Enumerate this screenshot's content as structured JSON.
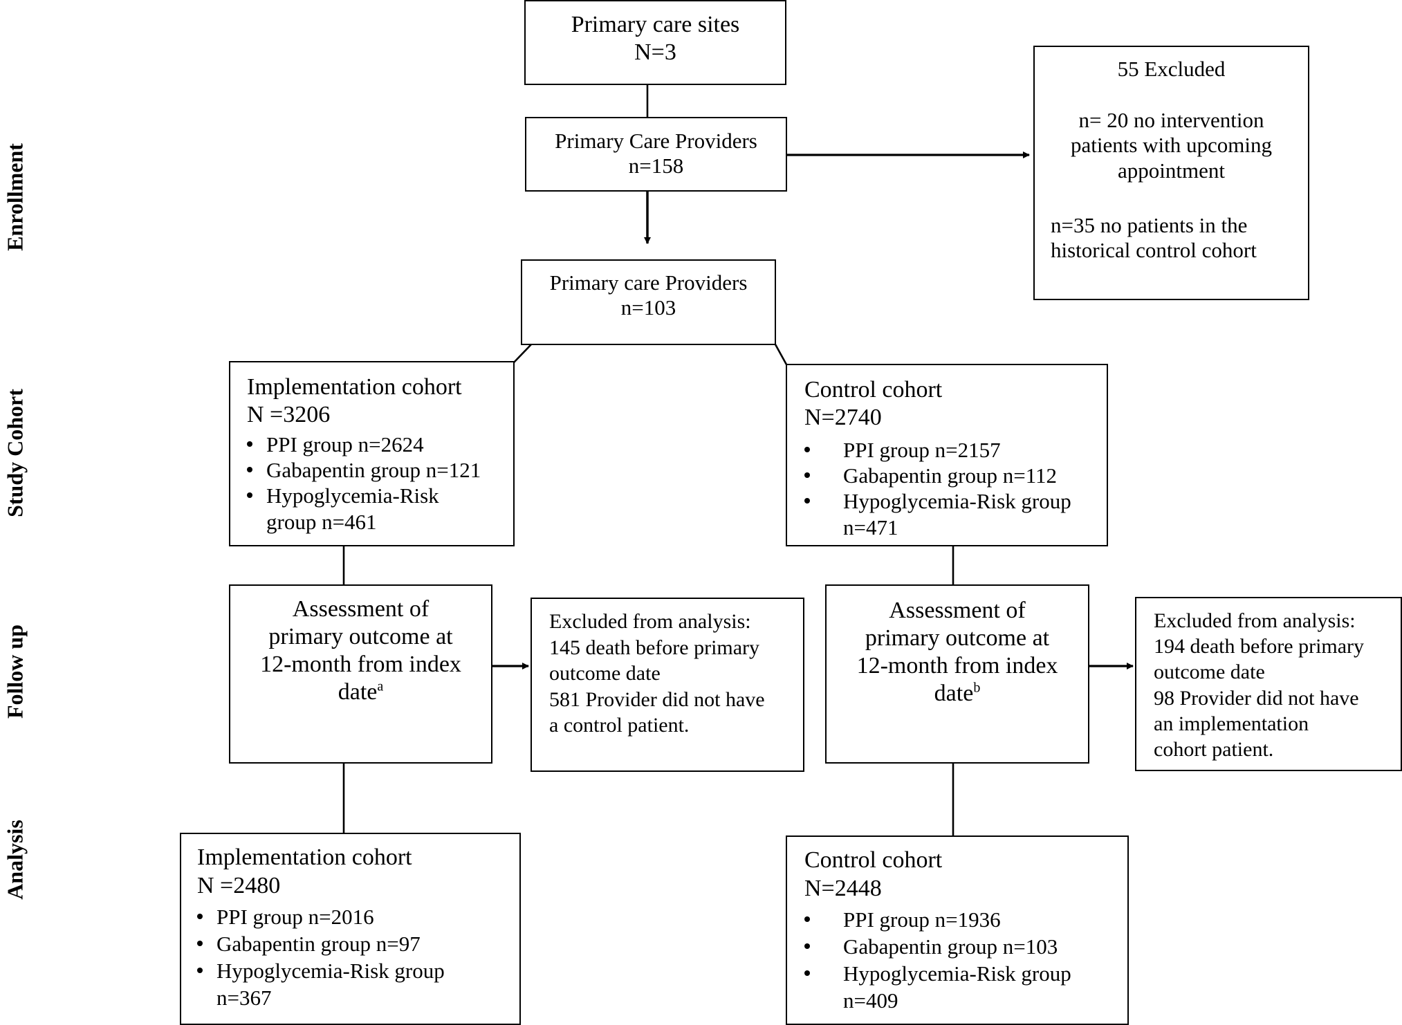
{
  "sides": {
    "enrollment": "Enrollment",
    "study_cohort": "Study Cohort",
    "follow_up": "Follow up",
    "analysis": "Analysis"
  },
  "sites": {
    "line1": "Primary care sites",
    "line2": "N=3"
  },
  "providers": {
    "line1": "Primary Care Providers",
    "line2": "n=158"
  },
  "excluded_providers": {
    "title": "55 Excluded",
    "r1_l1": "n= 20 no intervention",
    "r1_l2": "patients with upcoming",
    "r1_l3": "appointment",
    "r2_l1": "n=35 no patients in the",
    "r2_l2": "historical control cohort"
  },
  "providers_final": {
    "line1": "Primary care Providers",
    "line2": "n=103"
  },
  "impl_cohort": {
    "title": "Implementation cohort",
    "n": "N =3206",
    "items": [
      "PPI group n=2624",
      "Gabapentin group n=121",
      "Hypoglycemia-Risk"
    ],
    "item3_cont": "group n=461"
  },
  "control_cohort": {
    "title": "Control cohort",
    "n": "N=2740",
    "items": [
      "PPI group n=2157",
      "Gabapentin group n=112",
      "Hypoglycemia-Risk group"
    ],
    "item3_cont": "n=471"
  },
  "assess_impl": {
    "l1": "Assessment of",
    "l2": "primary outcome at",
    "l3": "12-month from index",
    "l4": "date",
    "sup": "a"
  },
  "assess_control": {
    "l1": "Assessment of",
    "l2": "primary outcome at",
    "l3": "12-month from index",
    "l4": "date",
    "sup": "b"
  },
  "excl_impl": {
    "l1": "Excluded from analysis:",
    "l2": "145 death before primary",
    "l3": "outcome date",
    "l4": "581 Provider did not have",
    "l5": "a control patient."
  },
  "excl_control": {
    "l1": "Excluded from analysis:",
    "l2": "194 death before primary",
    "l3": "outcome date",
    "l4": "98 Provider did not have",
    "l5": "an implementation",
    "l6": "cohort patient."
  },
  "impl_analysis": {
    "title": "Implementation cohort",
    "n": "N =2480",
    "items": [
      "PPI group n=2016",
      "Gabapentin group n=97",
      "Hypoglycemia-Risk group"
    ],
    "item3_cont": "n=367"
  },
  "control_analysis": {
    "title": "Control cohort",
    "n": "N=2448",
    "items": [
      "PPI group n=1936",
      "Gabapentin group n=103",
      "Hypoglycemia-Risk group"
    ],
    "item3_cont": "n=409"
  }
}
